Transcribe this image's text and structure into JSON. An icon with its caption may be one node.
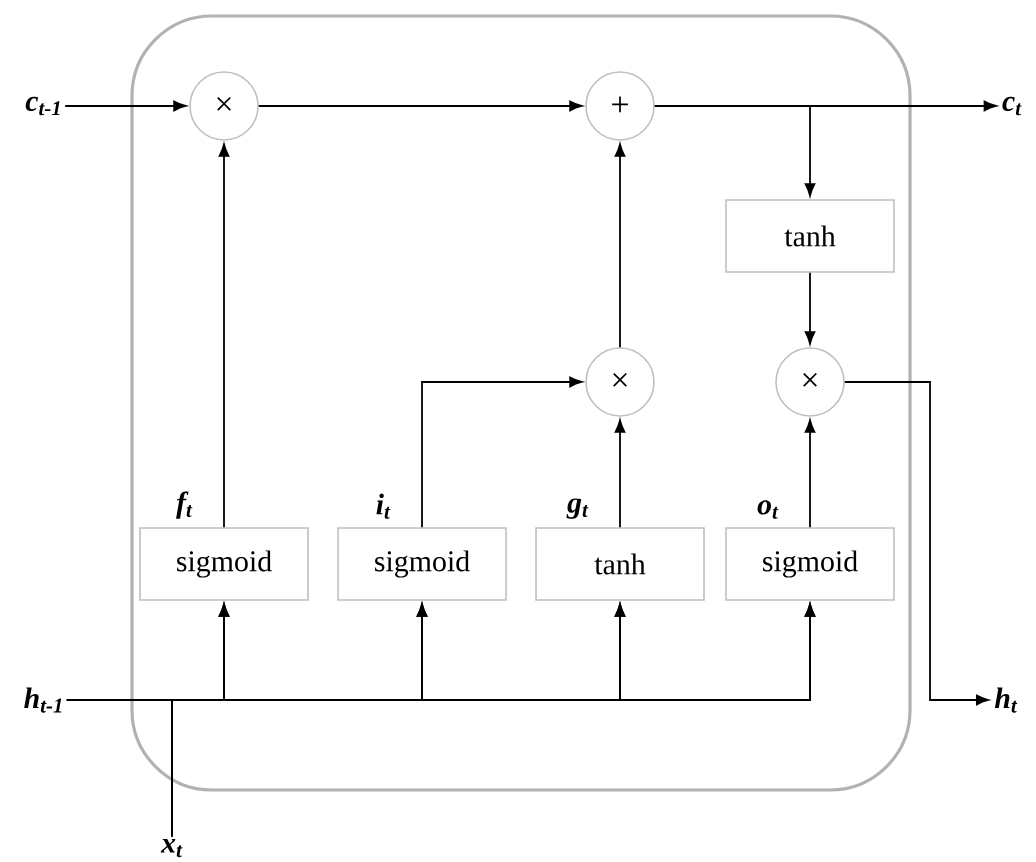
{
  "diagram": {
    "nodes": [
      {
        "text": [],
        "shape": "box"
      },
      {
        "text": [
          "c$_{t-1}$"
        ]
      },
      {
        "text": [
          "×"
        ],
        "in": 0
      },
      {
        "text": [
          "+"
        ],
        "in": 0
      },
      {
        "text": [
          "c$_{t}$"
        ]
      },
      {
        "text": [
          "tanh"
        ],
        "in": 0
      },
      {
        "text": [
          "×"
        ],
        "in": 0
      },
      {
        "text": [
          "×"
        ],
        "in": 0
      },
      {
        "text": [
          "sigmoid"
        ],
        "in": 0,
        "beside": [
          "f$_{t}$"
        ]
      },
      {
        "text": [
          "sigmoid"
        ],
        "in": 0,
        "beside": [
          "i$_{t}$"
        ]
      },
      {
        "text": [
          "tanh"
        ],
        "in": 0,
        "beside": [
          "g$_{t}$"
        ]
      },
      {
        "text": [
          "sigmoid"
        ],
        "in": 0,
        "beside": [
          "o$_{t}$"
        ]
      },
      {
        "text": [
          "h$_{t-1}$"
        ]
      },
      {
        "text": [
          "x$_{t}$"
        ]
      },
      {
        "text": [
          "h$_{t}$"
        ]
      }
    ],
    "edges": [
      {
        "from": 1,
        "to": 2,
        "arrow": "to"
      },
      {
        "from": 2,
        "to": 3,
        "arrow": "to"
      },
      {
        "from": 3,
        "to": 4,
        "arrow": "to"
      },
      {
        "from": 3,
        "to": 5,
        "arrow": "to"
      },
      {
        "from": 5,
        "to": 7,
        "arrow": "to"
      },
      {
        "from": 7,
        "to": 14,
        "arrow": "to"
      },
      {
        "from": 8,
        "to": 2,
        "arrow": "to"
      },
      {
        "from": 9,
        "to": 6,
        "arrow": "to"
      },
      {
        "from": 10,
        "to": 6,
        "arrow": "to"
      },
      {
        "from": 6,
        "to": 3,
        "arrow": "to"
      },
      {
        "from": 11,
        "to": 7,
        "arrow": "to"
      },
      {
        "from": 12,
        "to": 8,
        "arrow": "to"
      },
      {
        "from": 12,
        "to": 9,
        "arrow": "to"
      },
      {
        "from": 12,
        "to": 10,
        "arrow": "to"
      },
      {
        "from": 12,
        "to": 11,
        "arrow": "to"
      },
      {
        "from": 13,
        "to": 8,
        "arrow": "to"
      },
      {
        "from": 13,
        "to": 9,
        "arrow": "to"
      },
      {
        "from": 13,
        "to": 10,
        "arrow": "to"
      },
      {
        "from": 13,
        "to": 11,
        "arrow": "to"
      }
    ]
  }
}
